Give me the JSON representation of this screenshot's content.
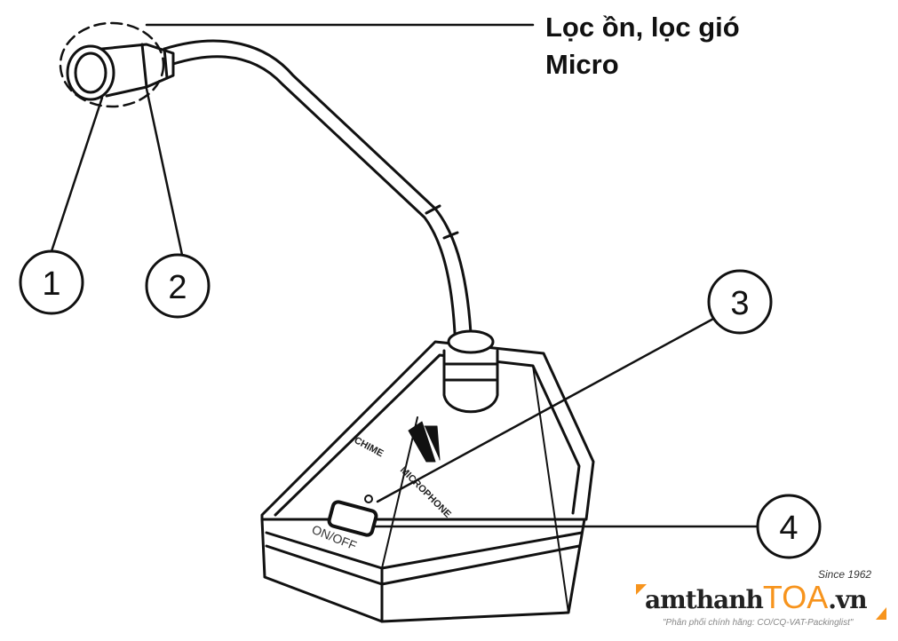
{
  "annotation": {
    "line1": "Lọc ồn, lọc gió",
    "line2": "Micro"
  },
  "callouts": [
    "1",
    "2",
    "3",
    "4"
  ],
  "device_labels": {
    "chime": "CHIME",
    "microphone": "MICROPHONE",
    "switch": "ON/OFF"
  },
  "logo": {
    "text_dark": "amthanh",
    "text_brand": "TOA",
    "text_domain": ".vn",
    "since": "Since 1962",
    "slogan": "\"Phân phối chính hãng: CO/CQ-VAT-Packinglist\"",
    "brand_color": "#f7941d"
  }
}
